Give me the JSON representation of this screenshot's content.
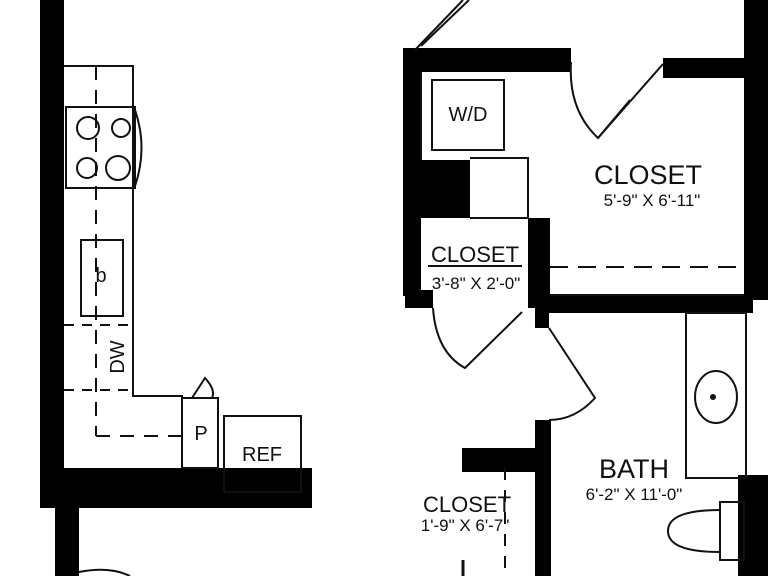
{
  "colors": {
    "wall": "#000000",
    "line": "#111111",
    "background": "#ffffff"
  },
  "rooms": {
    "closet_main": {
      "name": "CLOSET",
      "dims": "5'-9\" X 6'-11\""
    },
    "closet_small": {
      "name": "CLOSET",
      "dims": "3'-8\" X 2'-0\""
    },
    "bath": {
      "name": "BATH",
      "dims": "6'-2\" X 11'-0\""
    },
    "closet_lower": {
      "name": "CLOSET",
      "dims": "1'-9\" X 6'-7\""
    }
  },
  "fixtures": {
    "washer_dryer": "W/D",
    "dishwasher": "DW",
    "pantry": "P",
    "refrigerator": "REF",
    "sink": "b"
  }
}
